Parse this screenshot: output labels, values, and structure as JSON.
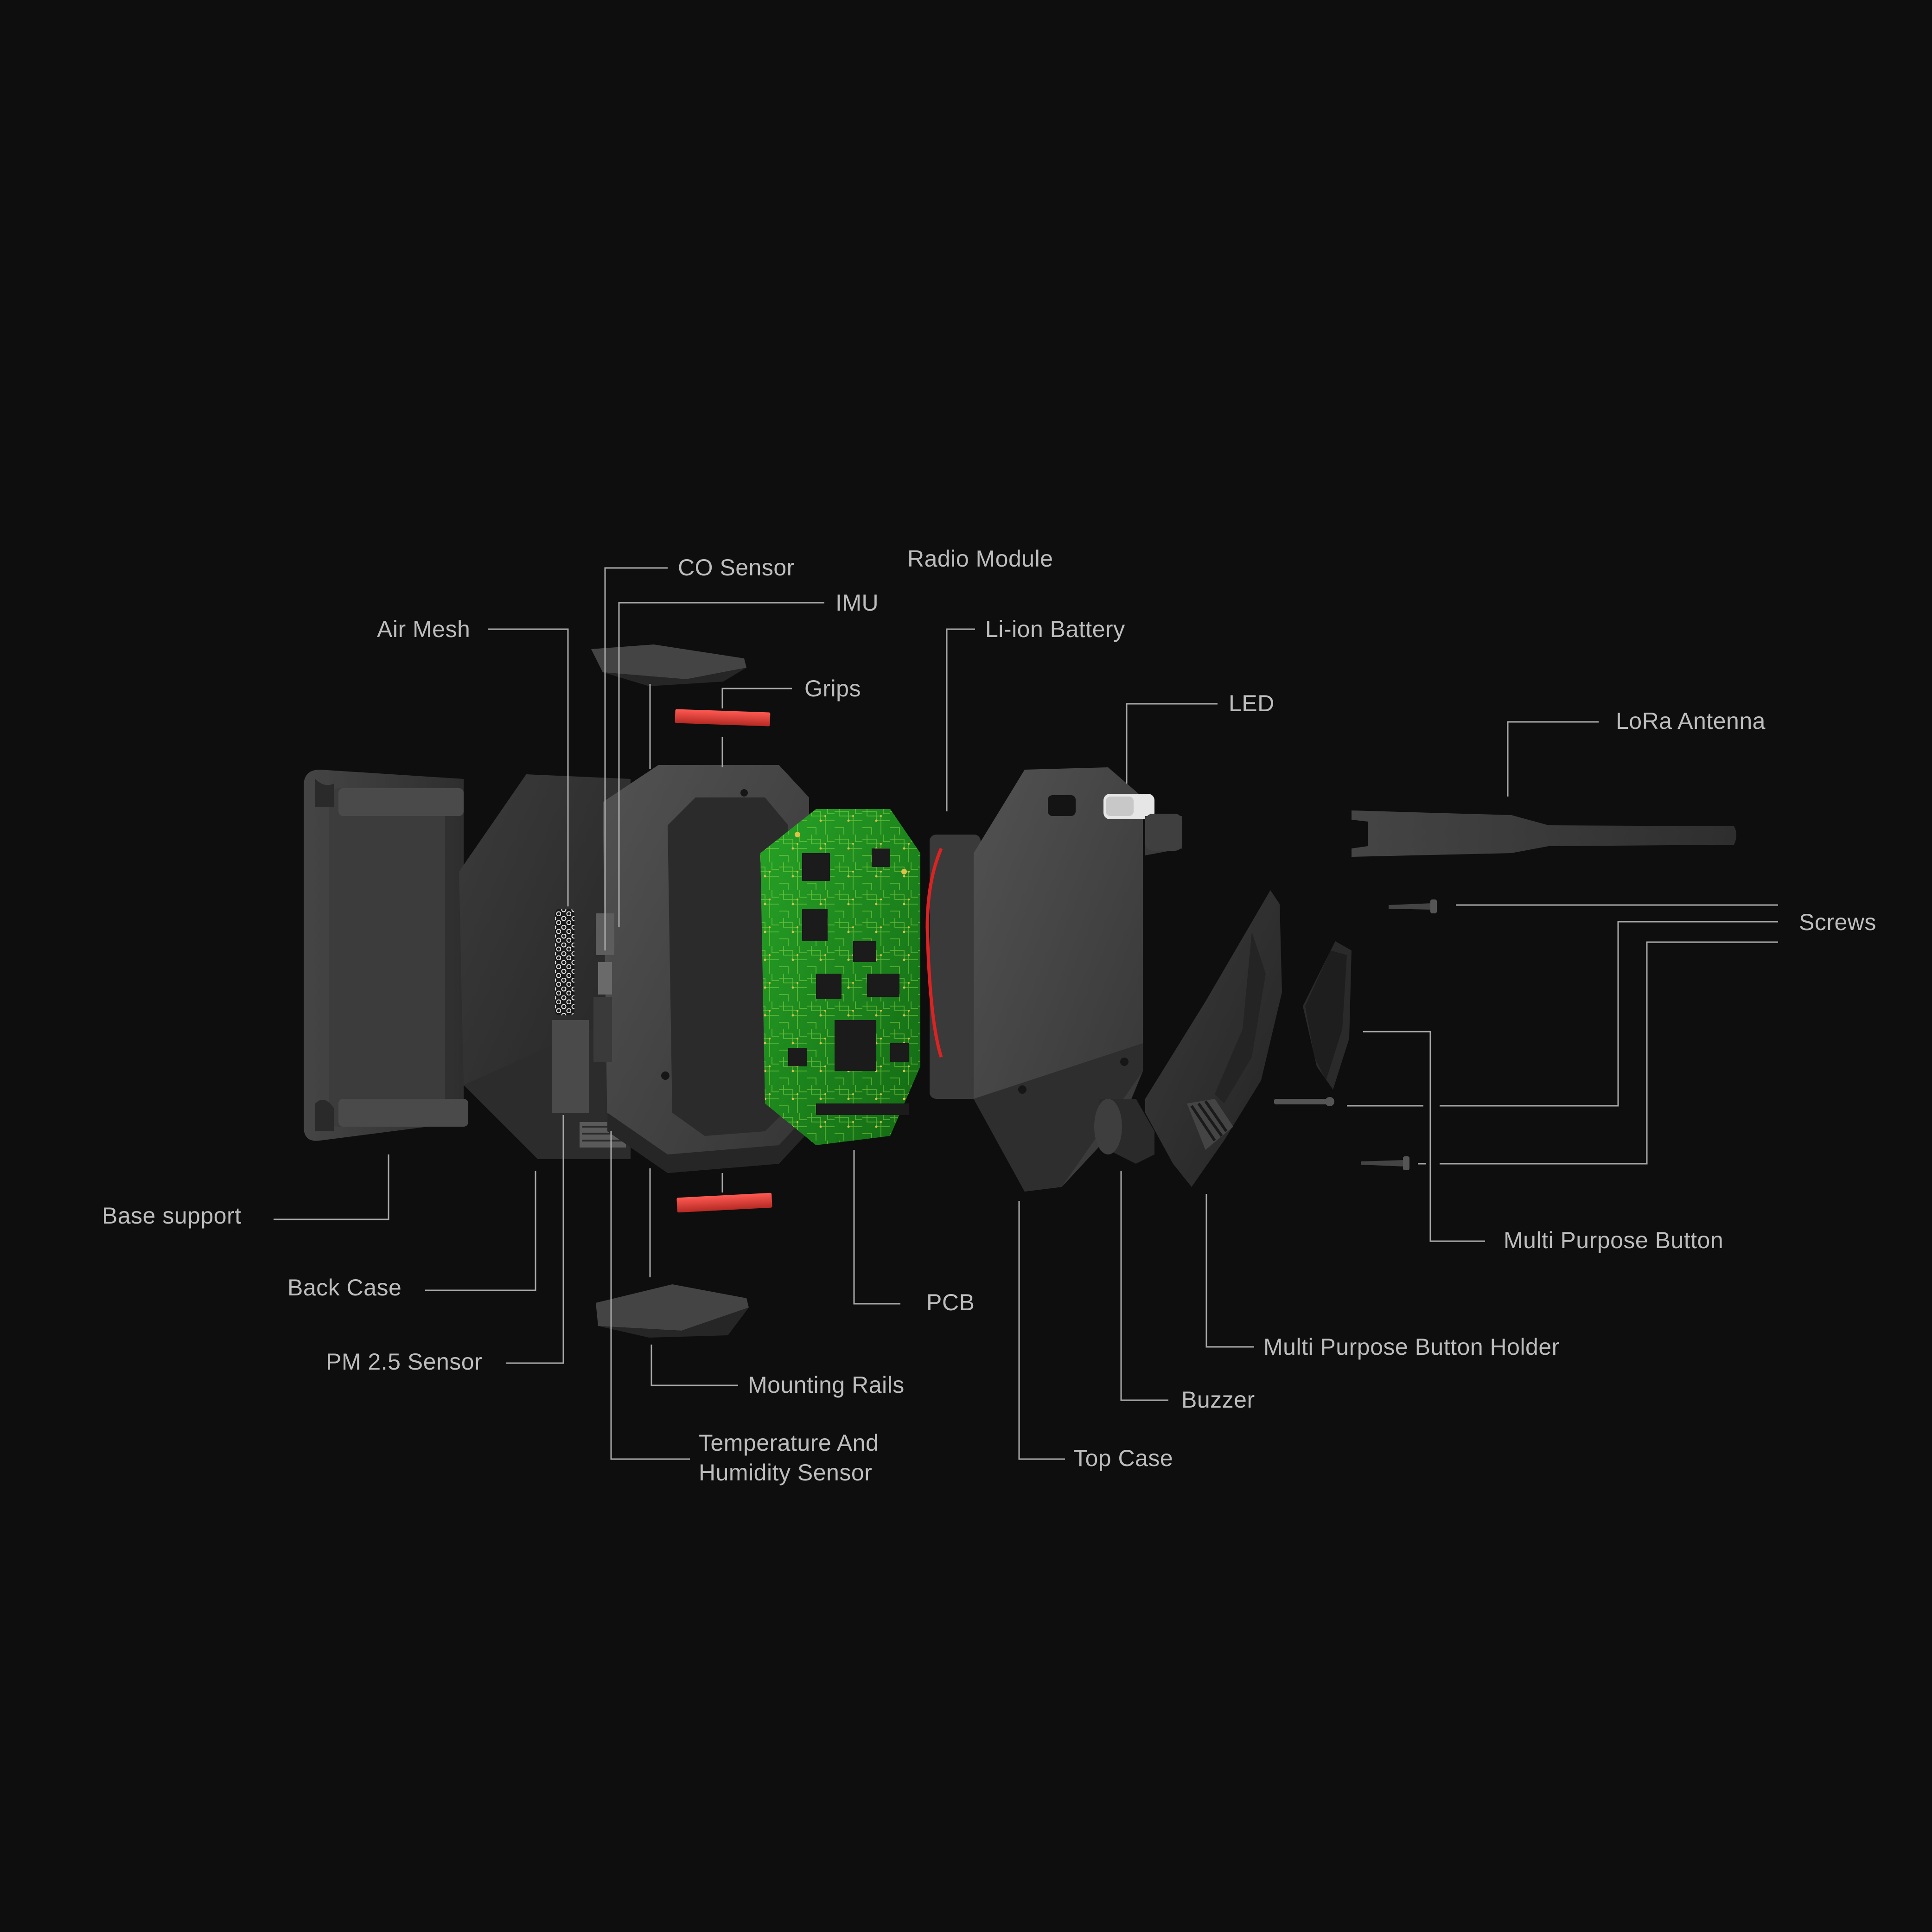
{
  "diagram": {
    "background": "#0e0e0e",
    "accent_colors": {
      "part_dark": "#2a2a2a",
      "part_mid": "#3a3a3a",
      "part_light": "#4a4a4a",
      "grip_red": "#e0403a",
      "pcb_green": "#1e8a1e",
      "leader_line": "#a8a8a8",
      "label_text": "#bdbdbd"
    },
    "labels": {
      "co_sensor": "CO Sensor",
      "radio_module": "Radio Module",
      "imu": "IMU",
      "air_mesh": "Air Mesh",
      "li_ion_battery": "Li-ion Battery",
      "grips": "Grips",
      "led": "LED",
      "lora_antenna": "LoRa Antenna",
      "screws": "Screws",
      "base_support": "Base support",
      "back_case": "Back Case",
      "pm25_sensor": "PM 2.5 Sensor",
      "pcb": "PCB",
      "multi_purpose_button": "Multi Purpose Button",
      "multi_purpose_button_holder": "Multi Purpose Button Holder",
      "buzzer": "Buzzer",
      "mounting_rails": "Mounting Rails",
      "temp_humidity_line1": "Temperature And",
      "temp_humidity_line2": "Humidity Sensor",
      "top_case": "Top Case"
    }
  }
}
